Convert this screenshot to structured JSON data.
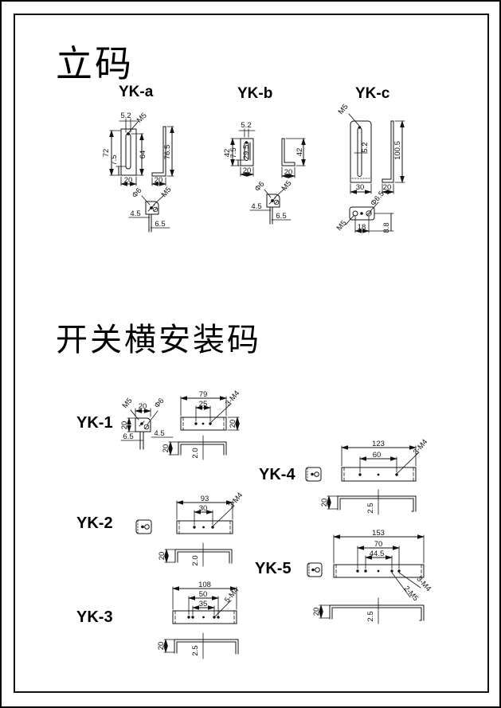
{
  "sections": {
    "title1": "立码",
    "title2": "开关横安装码"
  },
  "ink_color": "#111111",
  "parts": {
    "yka": {
      "label": "YK-a",
      "slot_w": "5.2",
      "thread": "M5",
      "height": "72",
      "inner": "7.5",
      "slot_len": "64",
      "width": "20",
      "side_height": "76.5",
      "side_base": "20",
      "hole_dia": "Φ6",
      "hole_thread": "M5",
      "off_a": "4.5",
      "off_b": "6.5"
    },
    "ykb": {
      "label": "YK-b",
      "slot_w": "5.2",
      "height": "42",
      "inner": "7.5",
      "slot_len": "29.5",
      "width": "20",
      "side_height": "42",
      "side_base": "20",
      "hole_dia": "Φ6",
      "hole_thread": "M5",
      "off_a": "4.5",
      "off_b": "6.5"
    },
    "ykc": {
      "label": "YK-c",
      "thread": "M5",
      "slot_w": "5.2",
      "width": "30",
      "side_height": "100.5",
      "side_base": "20",
      "hole_dia": "Φ6.5",
      "hole_thread": "M5",
      "pitch": "18",
      "off": "8.8"
    },
    "yk1": {
      "label": "YK-1",
      "end_thread": "M5",
      "end_w": "20",
      "end_hole": "Φ6",
      "end_h": "20",
      "off_a": "4.5",
      "off_b": "6.5",
      "length": "79",
      "pitch": "25",
      "holes": "3-M4",
      "width": "20",
      "flange": "20",
      "thickness": "2.0"
    },
    "yk2": {
      "label": "YK-2",
      "length": "93",
      "pitch": "30",
      "holes": "3-M4",
      "flange": "20",
      "thickness": "2.0"
    },
    "yk3": {
      "label": "YK-3",
      "length": "108",
      "pitch_outer": "50",
      "pitch_inner": "35",
      "holes": "5-M4",
      "flange": "20",
      "thickness": "2.5"
    },
    "yk4": {
      "label": "YK-4",
      "length": "123",
      "pitch": "60",
      "holes": "3-M4",
      "flange": "20",
      "thickness": "2.5"
    },
    "yk5": {
      "label": "YK-5",
      "length": "153",
      "pitch_outer": "70",
      "pitch_inner": "44.5",
      "holes_a": "3-M4",
      "holes_b": "2-M5",
      "flange": "20",
      "thickness": "2.5"
    }
  }
}
